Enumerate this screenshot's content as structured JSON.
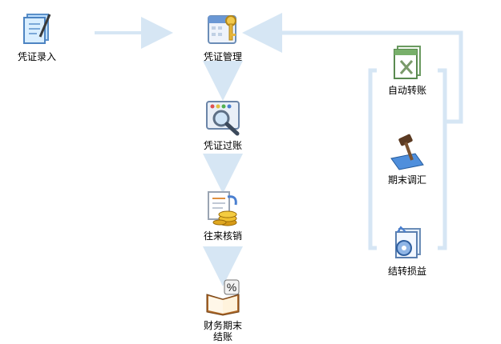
{
  "flow": {
    "voucher_entry": {
      "label": "凭证录入",
      "icon": "pen-paper-icon"
    },
    "voucher_manage": {
      "label": "凭证管理",
      "icon": "key-calendar-icon"
    },
    "voucher_post": {
      "label": "凭证过账",
      "icon": "magnifier-window-icon"
    },
    "ar_ap_writeoff": {
      "label": "往来核销",
      "icon": "coins-document-icon"
    },
    "period_close": {
      "label_line1": "财务期末",
      "label_line2": "结账",
      "icon": "book-percent-icon"
    },
    "auto_transfer": {
      "label": "自动转账",
      "icon": "spreadsheet-icon"
    },
    "period_adjust": {
      "label": "期末调汇",
      "icon": "gavel-icon"
    },
    "pl_transfer": {
      "label": "结转损益",
      "icon": "gear-document-icon"
    }
  },
  "colors": {
    "connector": "#d6e6f4",
    "label": "#000000"
  }
}
